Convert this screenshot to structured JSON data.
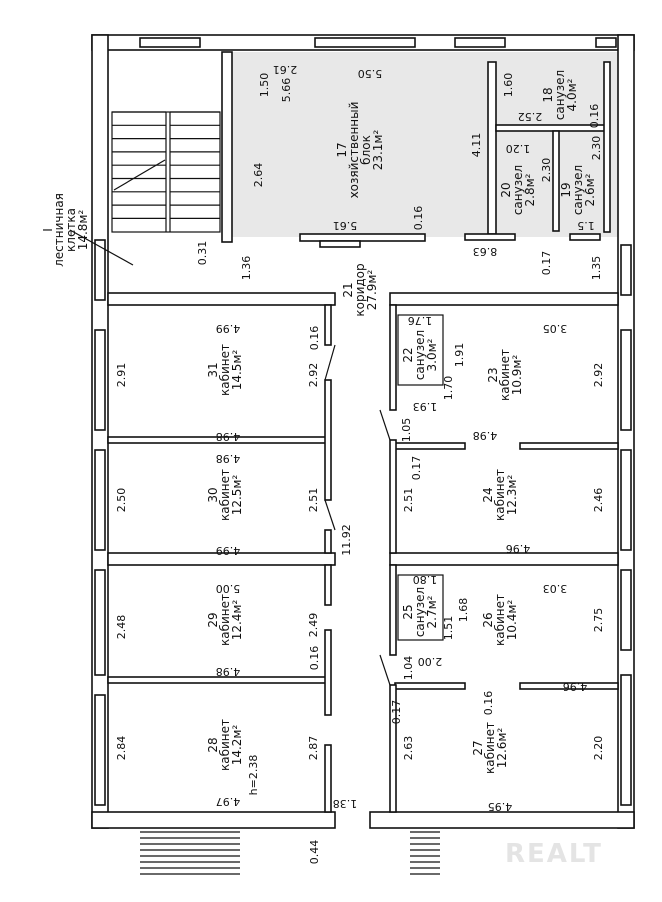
{
  "watermark": "REALT",
  "stair": {
    "mark": "I",
    "name": "лестничная",
    "name2": "клетка",
    "area": "14.8м²"
  },
  "corridor": {
    "number": "21",
    "name": "коридор",
    "area": "27.9м²"
  },
  "rooms": [
    {
      "number": "17",
      "name": "хозяйственный",
      "name2": "блок",
      "area": "23.1м²"
    },
    {
      "number": "18",
      "name": "санузел",
      "area": "4.0м²"
    },
    {
      "number": "19",
      "name": "санузел",
      "area": "2.6м²"
    },
    {
      "number": "20",
      "name": "санузел",
      "area": "2.8м²"
    },
    {
      "number": "22",
      "name": "санузел",
      "area": "3.0м²"
    },
    {
      "number": "23",
      "name": "кабинет",
      "area": "10.9м²"
    },
    {
      "number": "24",
      "name": "кабинет",
      "area": "12.3м²"
    },
    {
      "number": "25",
      "name": "санузел",
      "area": "2.7м²"
    },
    {
      "number": "26",
      "name": "кабинет",
      "area": "10.4м²"
    },
    {
      "number": "27",
      "name": "кабинет",
      "area": "12.6м²"
    },
    {
      "number": "28",
      "name": "кабинет",
      "area": "14.2м²"
    },
    {
      "number": "29",
      "name": "кабинет",
      "area": "12.4м²"
    },
    {
      "number": "30",
      "name": "кабинет",
      "area": "12.5м²"
    },
    {
      "number": "31",
      "name": "кабинет",
      "area": "14.5м²"
    }
  ],
  "dims": {
    "d566": "5.66",
    "d261": "2.61",
    "d150": "1.50",
    "d550": "5.50",
    "d160": "1.60",
    "d252": "2.52",
    "d016a": "0.16",
    "d411": "4.11",
    "d120": "1.20",
    "d230a": "2.30",
    "d230b": "2.30",
    "d264": "2.64",
    "d561": "5.61",
    "d016b": "0.16",
    "d863": "8.63",
    "d017a": "0.17",
    "d135": "1.35",
    "d031": "0.31",
    "d136": "1.36",
    "d15": "1.5",
    "d499a": "4.99",
    "d016c": "0.16",
    "d291": "2.91",
    "d292a": "2.92",
    "d498a": "4.98",
    "d498b": "4.98",
    "d250": "2.50",
    "d251a": "2.51",
    "d499b": "4.99",
    "d1192": "11.92",
    "d500": "5.00",
    "d248": "2.48",
    "d249": "2.49",
    "d498c": "4.98",
    "d016d": "0.16",
    "d284": "2.84",
    "d287": "2.87",
    "d497": "4.97",
    "h": "h=2.38",
    "d176": "1.76",
    "d305": "3.05",
    "d191": "1.91",
    "d170": "1.70",
    "d193": "1.93",
    "d292b": "2.92",
    "d105": "1.05",
    "d498d": "4.98",
    "d017b": "0.17",
    "d251b": "2.51",
    "d246": "2.46",
    "d496a": "4.96",
    "d180": "1.80",
    "d303": "3.03",
    "d168": "1.68",
    "d151": "1.51",
    "d275": "2.75",
    "d200": "2.00",
    "d104": "1.04",
    "d017c": "0.17",
    "d496b": "4.96",
    "d016e": "0.16",
    "d263": "2.63",
    "d220": "2.20",
    "d495": "4.95",
    "d138": "1.38",
    "d044": "0.44"
  }
}
